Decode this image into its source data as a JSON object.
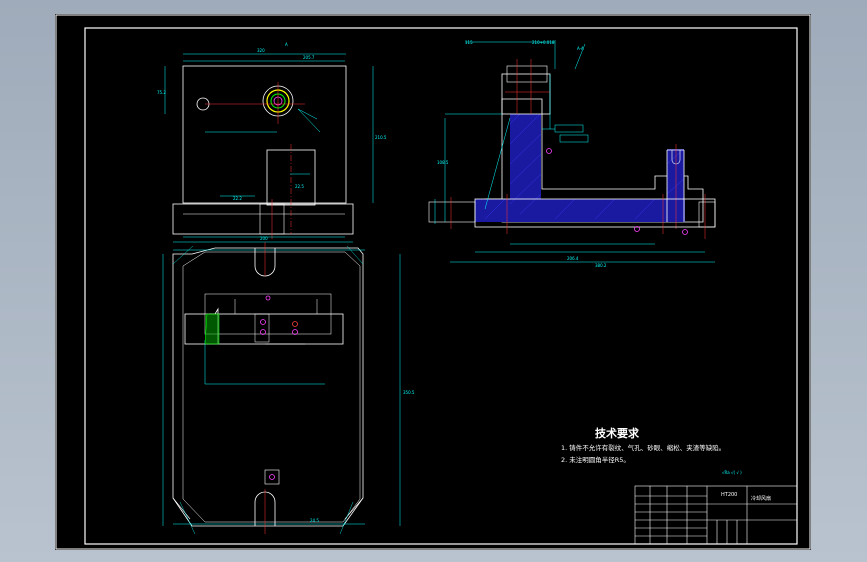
{
  "drawing": {
    "notes_title": "技术要求",
    "notes": [
      "1. 铸件不允许有裂纹、气孔、砂眼、缩松、夹渣等缺陷。",
      "2. 未注明圆角半径R5。"
    ],
    "material": "HT200",
    "roughness_symbol": "√Ra √( √ )",
    "section_label": "A-A",
    "view_label": "A",
    "top_dim_1": "210+0.018",
    "top_dim_2": "115",
    "title_block_name": "冷却风扇",
    "dims": [
      "320",
      "205.7",
      "75.2",
      "22.2",
      "200",
      "210.5",
      "22.5",
      "206.4",
      "108.5",
      "380.2",
      "350.5",
      "24.5"
    ]
  },
  "colors": {
    "background": "#000000",
    "frame": "#ffffff",
    "geometry": "#ffffff",
    "dimension": "#00ffff",
    "section_fill": "#1a1aa0",
    "centerline": "#ff3030",
    "hatch": "#00a000",
    "magenta": "#ff40ff"
  }
}
